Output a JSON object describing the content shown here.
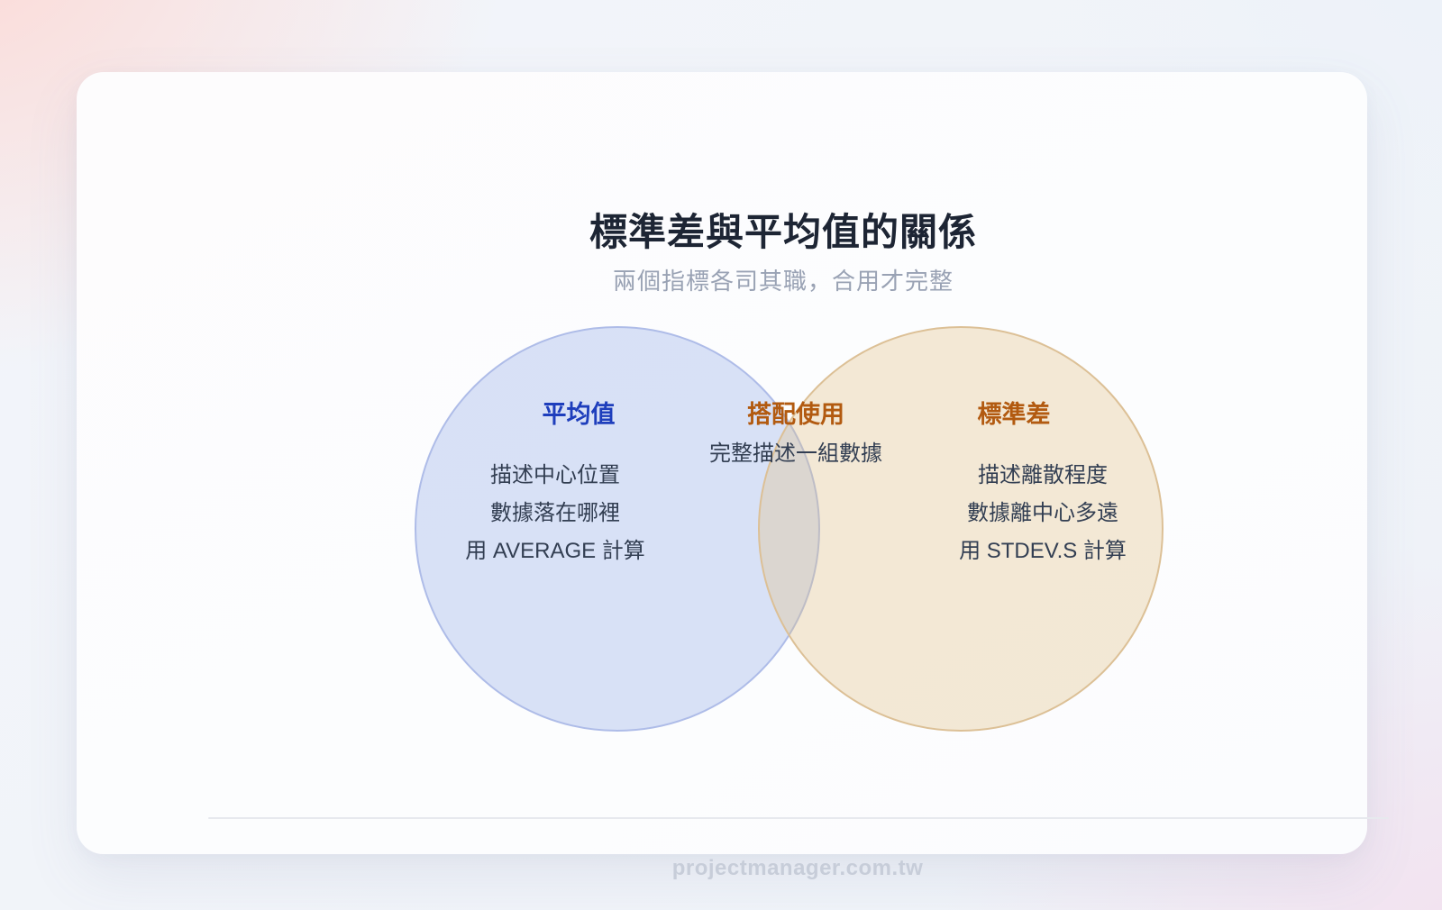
{
  "colors": {
    "accent-blue": "#1e3ebc",
    "accent-orange": "#b25a10",
    "title-dark": "#1d2534",
    "subtitle-gray": "#99a2b4",
    "body-text": "#323e52",
    "footer-gray": "#c7cdd9",
    "left-circle-fill": "#d9e2f7",
    "left-circle-border": "#aebce8",
    "right-circle-fill": "#f5e9d6",
    "right-circle-border": "#dcc096",
    "overlap-fill": "#d8d5d6"
  },
  "header": {
    "title": "標準差與平均值的關係",
    "subtitle": "兩個指標各司其職，合用才完整"
  },
  "venn": {
    "left": {
      "title": "平均值",
      "items": [
        "描述中心位置",
        "數據落在哪裡",
        "用 AVERAGE 計算"
      ]
    },
    "overlap": {
      "title": "搭配使用",
      "description": "完整描述一組數據"
    },
    "right": {
      "title": "標準差",
      "items": [
        "描述離散程度",
        "數據離中心多遠",
        "用 STDEV.S 計算"
      ]
    }
  },
  "footer": {
    "site": "projectmanager.com.tw"
  }
}
